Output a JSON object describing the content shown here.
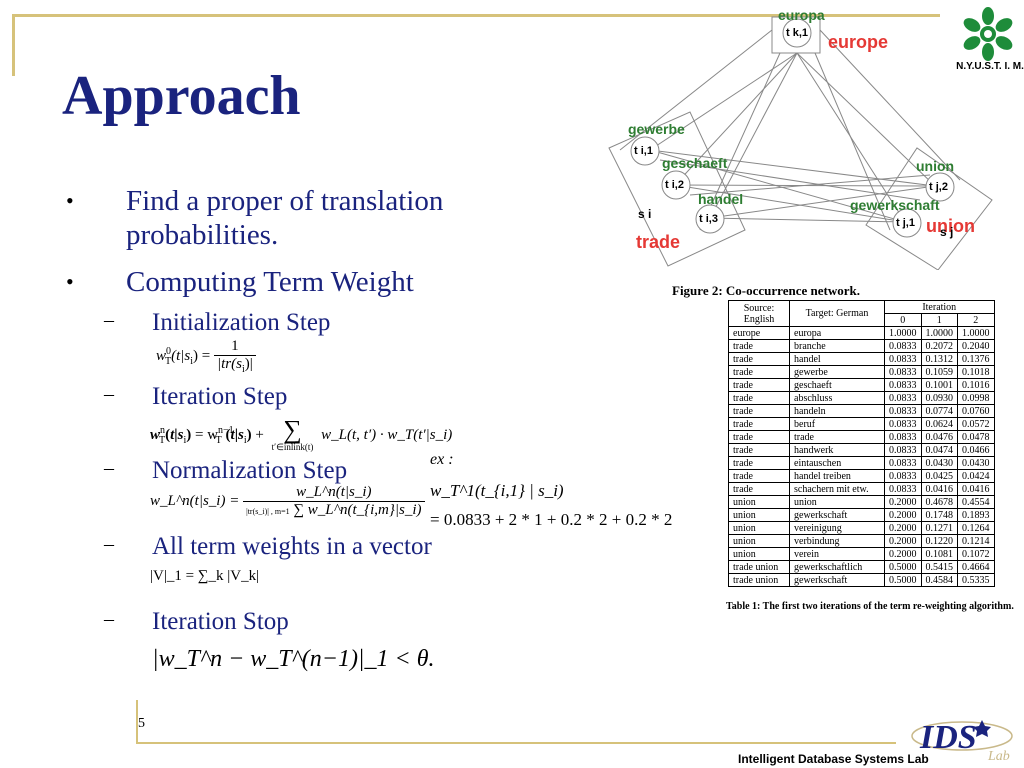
{
  "slide": {
    "title": "Approach",
    "page_number": "5",
    "footer_lab": "Intelligent Database Systems Lab",
    "logo_text": "N.Y.U.S.T. I. M.",
    "logo_lds_text": "IDS",
    "logo_lab_text": "Lab",
    "accent_color": "#1a237e",
    "frame_color": "#d6c27a"
  },
  "bullets": [
    {
      "text": "Find a proper of translation"
    },
    {
      "text": "probabilities."
    },
    {
      "text": "Computing Term Weight"
    }
  ],
  "steps": [
    {
      "label": "Initialization Step"
    },
    {
      "label": "Iteration Step"
    },
    {
      "label": "Normalization Step"
    },
    {
      "label": "All term weights in a vector"
    },
    {
      "label": "Iteration Stop"
    }
  ],
  "formulas": {
    "init_lhs": "w",
    "init_sup": "0",
    "init_sub": "T",
    "init_arg": "(t|s",
    "init_arg_sub": "i",
    "init_arg_end": ") =",
    "init_num": "1",
    "init_den": "|tr(s",
    "init_den_end": ")|",
    "iter_text": "= w",
    "iter_plus": "+",
    "iter_sum_sub": "t′∈inlink(t)",
    "iter_rhs": "w_L(t, t′) · w_T(t′|s_i)",
    "norm_lhs": "w_L^n(t|s_i) =",
    "norm_num": "w_L^n(t|s_i)",
    "norm_den": "∑ w_L^n(t_{i,m}|s_i)",
    "norm_den_lim": "|tr(s_i)| , m=1",
    "vec": "|V|_1 = ∑_k |V_k|",
    "stop": "|w_T^n − w_T^(n−1)|_1 < θ."
  },
  "example": {
    "label": "ex :",
    "line1": "w_T^1(t_{i,1} | s_i)",
    "line2": "= 0.0833 + 2 * 1 + 0.2 * 2 + 0.2 * 2"
  },
  "network": {
    "nodes": [
      {
        "id": "t k,1",
        "label": "europa",
        "color": "#2e7d32"
      },
      {
        "id": "t i,1",
        "label": "gewerbe",
        "color": "#2e7d32"
      },
      {
        "id": "t i,2",
        "label": "geschaeft",
        "color": "#2e7d32"
      },
      {
        "id": "t i,3",
        "label": "handel",
        "color": "#2e7d32"
      },
      {
        "id": "t j,2",
        "label": "union",
        "color": "#2e7d32"
      },
      {
        "id": "t j,1",
        "label": "gewerkschaft",
        "color": "#2e7d32"
      }
    ],
    "group_labels": [
      {
        "text": "europe",
        "color": "#e53935"
      },
      {
        "text": "trade",
        "color": "#e53935"
      },
      {
        "text": "union",
        "color": "#e53935"
      }
    ],
    "set_labels": [
      "s i",
      "s j"
    ],
    "caption": "Figure 2: Co-occurrence network."
  },
  "table": {
    "headers": [
      "Source: English",
      "Target: German",
      "Iteration"
    ],
    "iter_cols": [
      "0",
      "1",
      "2"
    ],
    "groups": [
      [
        [
          "europe",
          "europa",
          "1.0000",
          "1.0000",
          "1.0000"
        ]
      ],
      [
        [
          "trade",
          "branche",
          "0.0833",
          "0.2072",
          "0.2040"
        ],
        [
          "trade",
          "handel",
          "0.0833",
          "0.1312",
          "0.1376"
        ],
        [
          "trade",
          "gewerbe",
          "0.0833",
          "0.1059",
          "0.1018"
        ],
        [
          "trade",
          "geschaeft",
          "0.0833",
          "0.1001",
          "0.1016"
        ],
        [
          "trade",
          "abschluss",
          "0.0833",
          "0.0930",
          "0.0998"
        ],
        [
          "trade",
          "handeln",
          "0.0833",
          "0.0774",
          "0.0760"
        ],
        [
          "trade",
          "beruf",
          "0.0833",
          "0.0624",
          "0.0572"
        ],
        [
          "trade",
          "trade",
          "0.0833",
          "0.0476",
          "0.0478"
        ],
        [
          "trade",
          "handwerk",
          "0.0833",
          "0.0474",
          "0.0466"
        ],
        [
          "trade",
          "eintauschen",
          "0.0833",
          "0.0430",
          "0.0430"
        ],
        [
          "trade",
          "handel treiben",
          "0.0833",
          "0.0425",
          "0.0424"
        ],
        [
          "trade",
          "schachern mit etw.",
          "0.0833",
          "0.0416",
          "0.0416"
        ]
      ],
      [
        [
          "union",
          "union",
          "0.2000",
          "0.4678",
          "0.4554"
        ],
        [
          "union",
          "gewerkschaft",
          "0.2000",
          "0.1748",
          "0.1893"
        ],
        [
          "union",
          "vereinigung",
          "0.2000",
          "0.1271",
          "0.1264"
        ],
        [
          "union",
          "verbindung",
          "0.2000",
          "0.1220",
          "0.1214"
        ],
        [
          "union",
          "verein",
          "0.2000",
          "0.1081",
          "0.1072"
        ]
      ],
      [
        [
          "trade union",
          "gewerkschaftlich",
          "0.5000",
          "0.5415",
          "0.4664"
        ],
        [
          "trade union",
          "gewerkschaft",
          "0.5000",
          "0.4584",
          "0.5335"
        ]
      ]
    ],
    "caption": "Table 1: The first two iterations of the term re-weighting algorithm."
  }
}
